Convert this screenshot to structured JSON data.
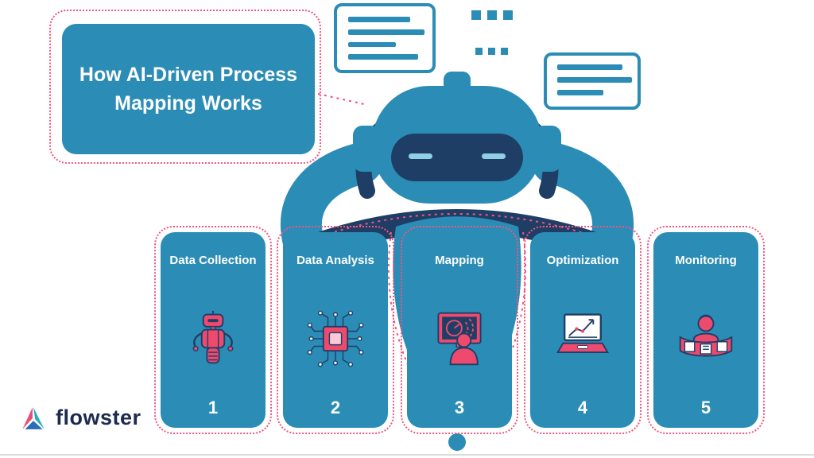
{
  "title": {
    "text": "How AI-Driven Process Mapping Works"
  },
  "steps": [
    {
      "label": "Data Collection",
      "number": "1",
      "icon": "robot-collector-icon"
    },
    {
      "label": "Data Analysis",
      "number": "2",
      "icon": "chip-circuit-icon"
    },
    {
      "label": "Mapping",
      "number": "3",
      "icon": "person-radar-screen-icon"
    },
    {
      "label": "Optimization",
      "number": "4",
      "icon": "laptop-growth-chart-icon"
    },
    {
      "label": "Monitoring",
      "number": "5",
      "icon": "person-filmstrip-icon"
    }
  ],
  "logo": {
    "text": "flowster"
  },
  "colors": {
    "blue": "#2b8cb5",
    "navy": "#1f3e66",
    "pink": "#ee4a6e",
    "dotted_pink": "#f2557e",
    "eye_light": "#8fd0e6",
    "logo_text": "#1c2b4e"
  }
}
